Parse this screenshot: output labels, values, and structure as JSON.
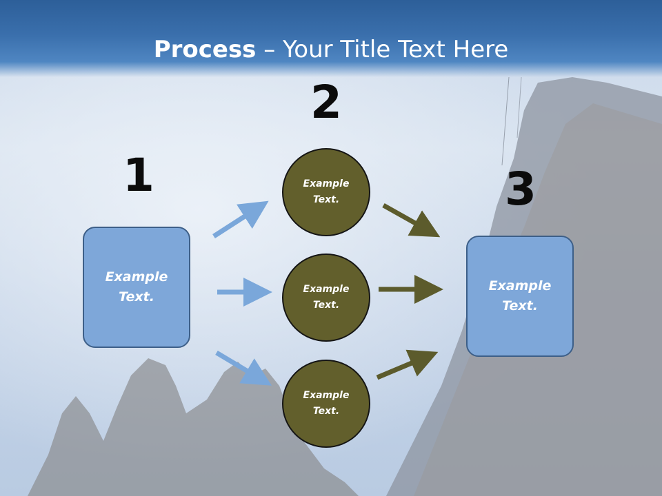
{
  "title": {
    "bold": "Process",
    "rest": " – Your Title Text Here"
  },
  "steps": {
    "one": "1",
    "two": "2",
    "three": "3"
  },
  "nodes": {
    "left_box": {
      "line1": "Example",
      "line2": "Text."
    },
    "circle_top": {
      "line1": "Example",
      "line2": "Text."
    },
    "circle_middle": {
      "line1": "Example",
      "line2": "Text."
    },
    "circle_bottom": {
      "line1": "Example",
      "line2": "Text."
    },
    "right_box": {
      "line1": "Example",
      "line2": "Text."
    }
  },
  "colors": {
    "box_fill": "#7ea7d9",
    "circle_fill": "#625f2c",
    "blue_arrow": "#7aa7da",
    "olive_arrow": "#5c5b2c",
    "title_bar": "#3a6fac"
  }
}
